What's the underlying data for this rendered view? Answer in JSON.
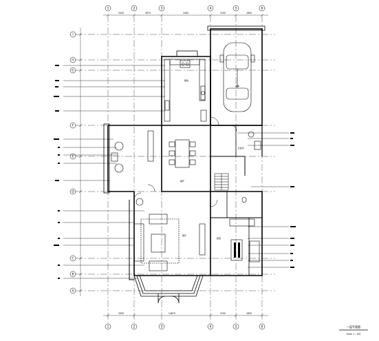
{
  "drawing": {
    "grid_columns_top": [
      "1",
      "2",
      "3",
      "4",
      "5",
      "6"
    ],
    "grid_columns_bottom": [
      "1",
      "2",
      "3",
      "4",
      "5",
      "6"
    ],
    "grid_rows_left": [
      "I",
      "H",
      "G",
      "F",
      "E",
      "D",
      "C",
      "B",
      "A"
    ],
    "dimensions_top": [
      "3400",
      "3670",
      "3400",
      "3100",
      "1800"
    ],
    "dimensions_bottom": [
      "3400",
      "14670",
      "3100",
      "1800"
    ],
    "title": "一层平面图",
    "scale": "Scale 1 : 100"
  },
  "rooms": {
    "garage": "车库",
    "kitchen": "厨房",
    "dining": "餐厅",
    "living": "客厅",
    "bathroom": "卫生间",
    "bedroom": "卧室"
  },
  "colors": {
    "line": "#000000",
    "background": "#ffffff"
  }
}
